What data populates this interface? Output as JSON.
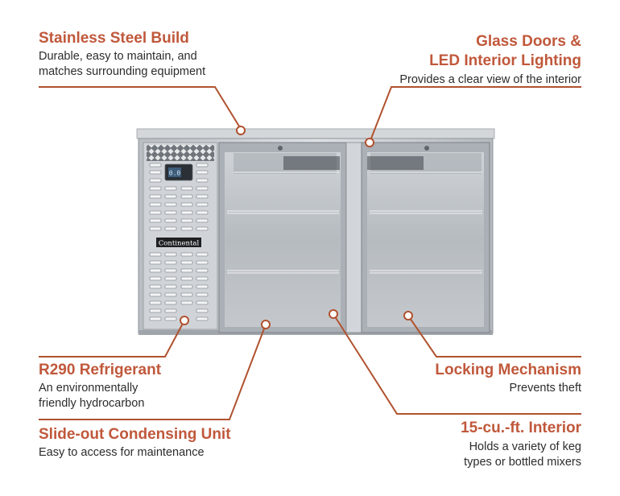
{
  "brand": {
    "logo": "Continental"
  },
  "colors": {
    "accent": "#c0583b",
    "leader": "#b0522f",
    "text": "#2c2c2c",
    "steel": "#c9cdd1"
  },
  "product": {
    "display_value": "0.0"
  },
  "features": {
    "stainless": {
      "title": "Stainless Steel Build",
      "desc1": "Durable, easy to maintain, and",
      "desc2": "matches surrounding equipment"
    },
    "glass": {
      "title1": "Glass Doors &",
      "title2": "LED Interior Lighting",
      "desc1": "Provides a clear view of the interior"
    },
    "refrigerant": {
      "title": "R290 Refrigerant",
      "desc1": "An environmentally",
      "desc2": "friendly hydrocarbon"
    },
    "condensing": {
      "title": "Slide-out Condensing Unit",
      "desc1": "Easy to access for maintenance"
    },
    "locking": {
      "title": "Locking Mechanism",
      "desc1": "Prevents theft"
    },
    "interior": {
      "title": "15-cu.-ft. Interior",
      "desc1": "Holds a variety of keg",
      "desc2": "types or bottled mixers"
    }
  }
}
